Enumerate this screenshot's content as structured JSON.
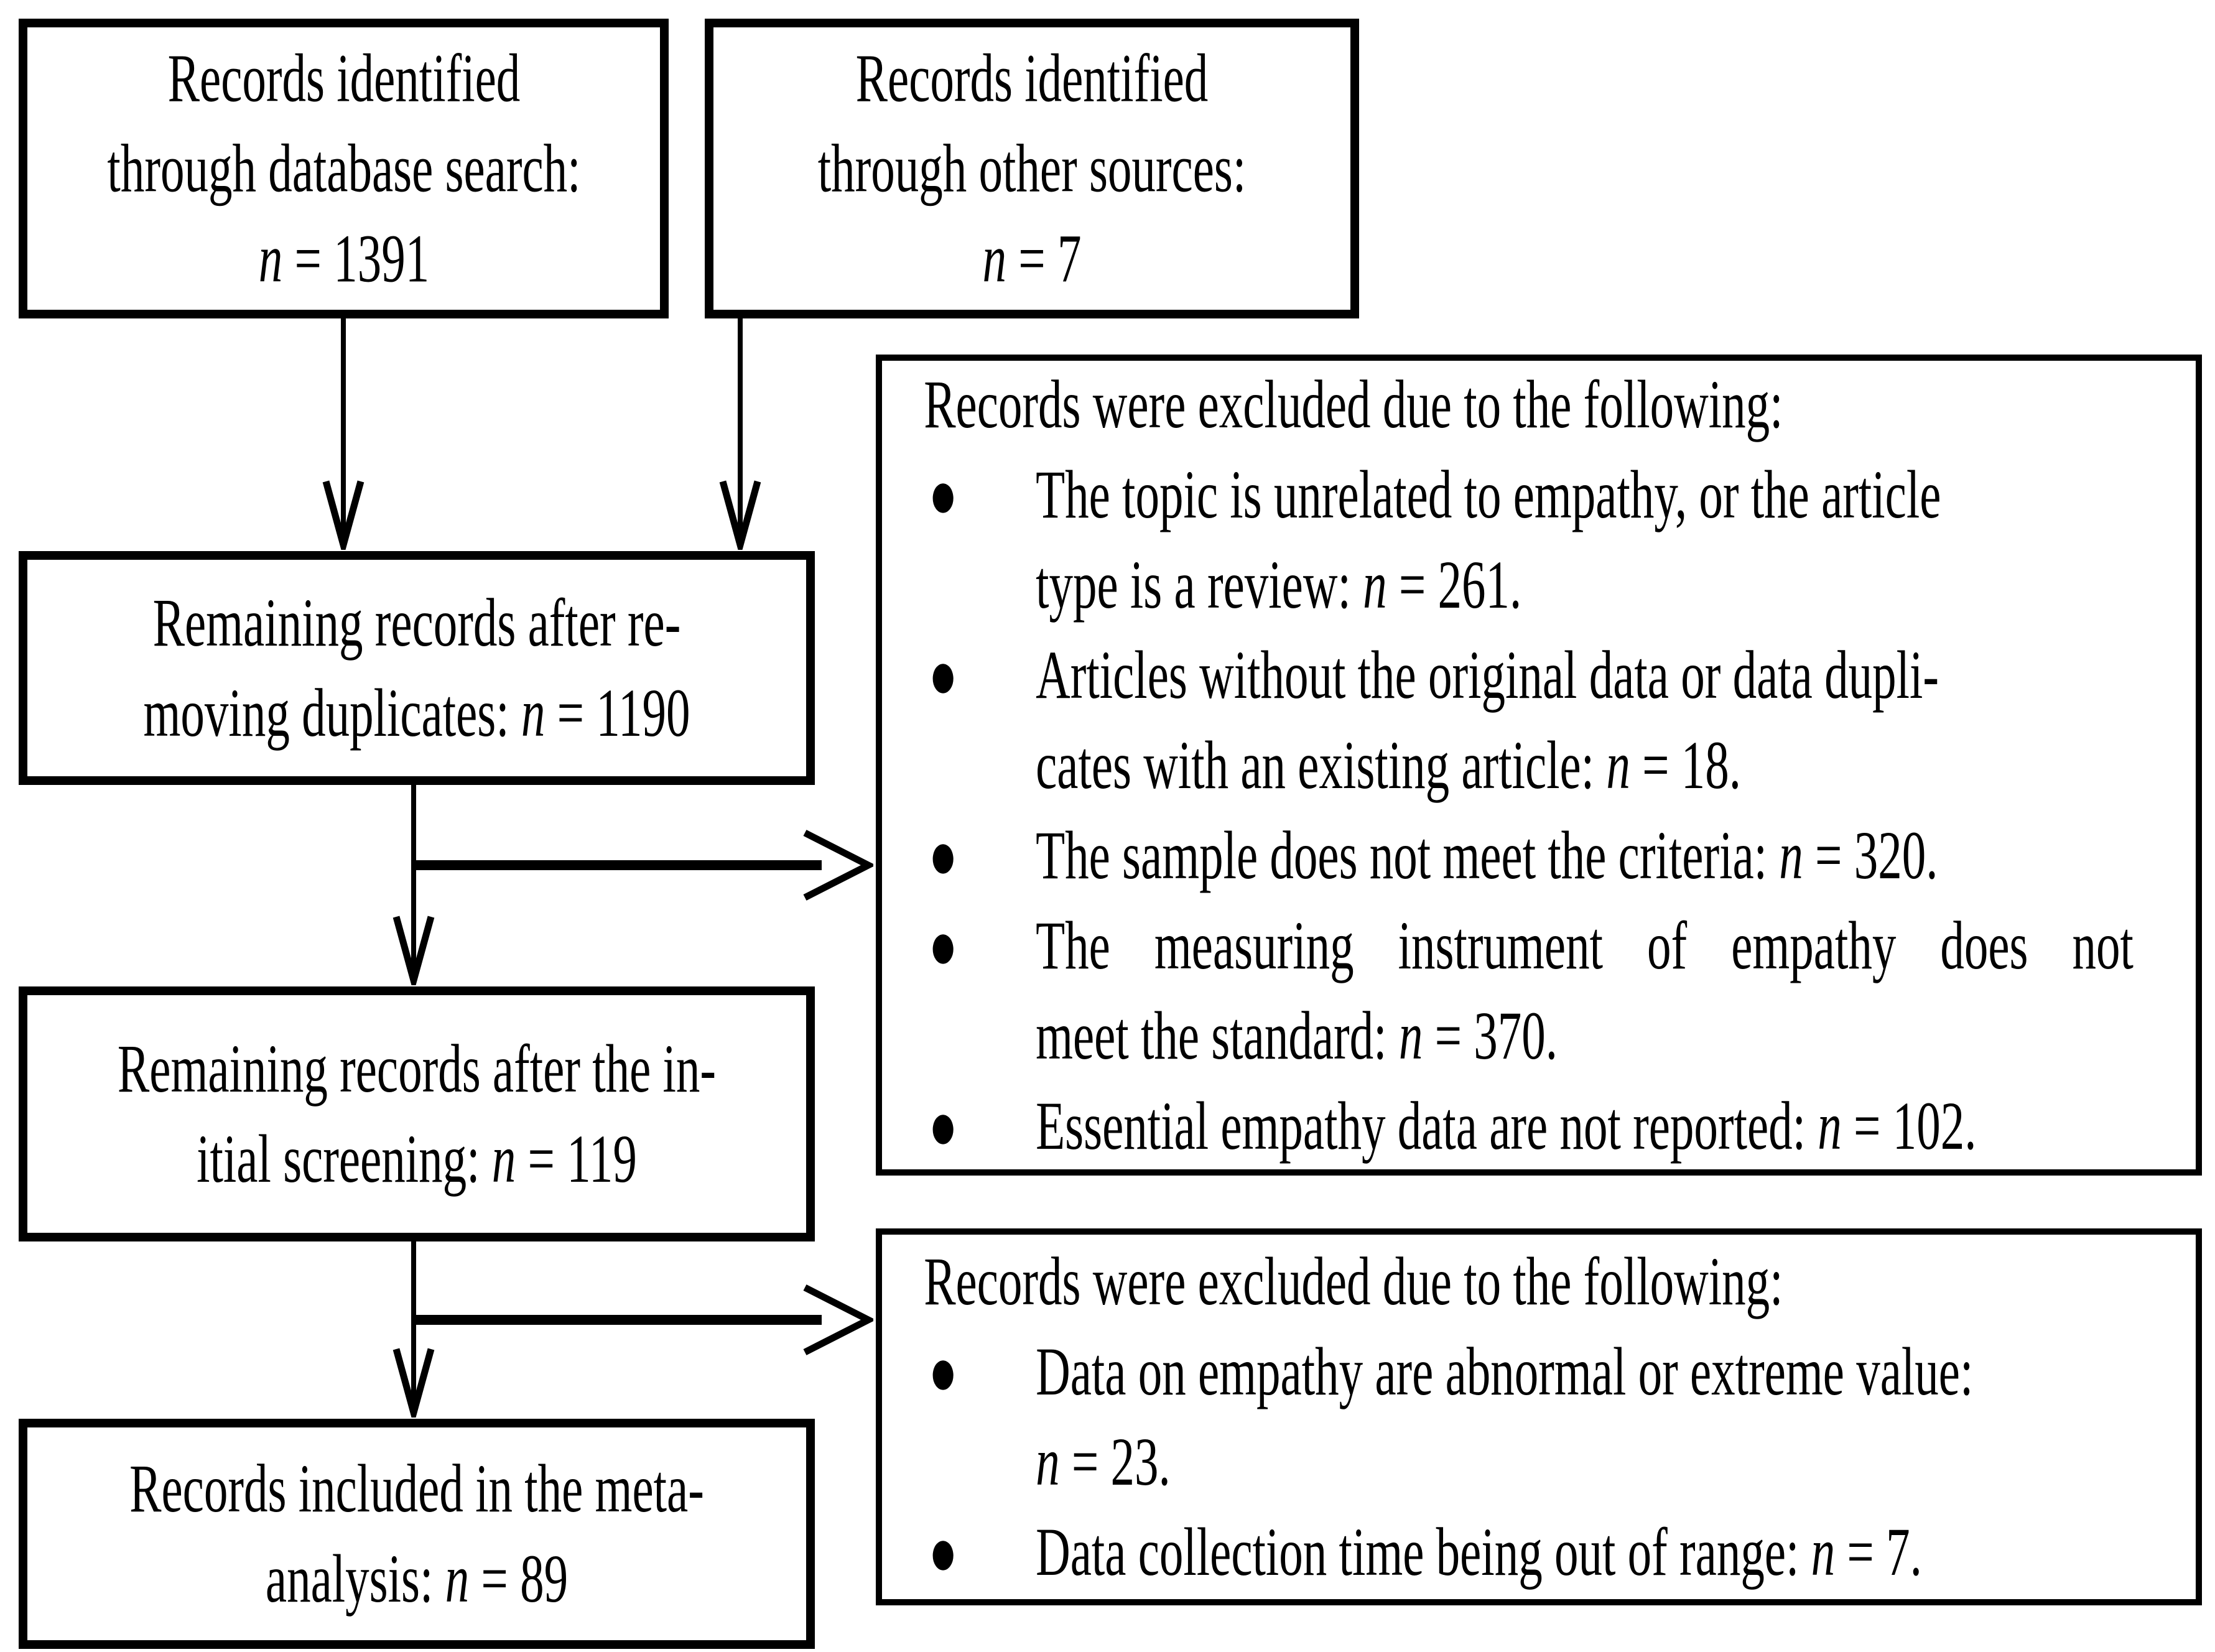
{
  "page": {
    "background": "#ffffff",
    "ink": "#000000"
  },
  "icons": {
    "bullet": "●"
  },
  "flow_boxes": [
    {
      "id": "identified-database",
      "lines": [
        "Records identified",
        "through database search:",
        "n = 1391"
      ]
    },
    {
      "id": "identified-other",
      "lines": [
        "Records identified",
        "through other sources:",
        "n = 7"
      ]
    },
    {
      "id": "after-duplicates",
      "lines": [
        "Remaining records after re-",
        "moving duplicates: n = 1190"
      ]
    },
    {
      "id": "after-screening",
      "lines": [
        "Remaining records after the in-",
        "itial screening: n = 119"
      ]
    },
    {
      "id": "included-meta",
      "lines": [
        "Records included in the meta-",
        "analysis: n = 89"
      ]
    }
  ],
  "exclusion_boxes": [
    {
      "title": "Records were excluded due to the following:",
      "bullets": [
        {
          "lines": [
            "The topic is unrelated to empathy, or the article",
            "type is a review: n = 261."
          ]
        },
        {
          "lines": [
            "Articles without the original data or data dupli-",
            "cates with an existing article: n = 18."
          ]
        },
        {
          "lines": [
            "The sample does not meet the criteria: n = 320."
          ]
        },
        {
          "lines": [
            "The measuring instrument of empathy does not",
            "meet the standard: n = 370."
          ]
        },
        {
          "lines": [
            "Essential empathy data are not reported: n = 102."
          ]
        }
      ]
    },
    {
      "title": "Records were excluded due to the following:",
      "bullets": [
        {
          "lines": [
            "Data on empathy are abnormal or extreme value:",
            "n = 23."
          ]
        },
        {
          "lines": [
            "Data collection time being out of range: n = 7."
          ]
        }
      ]
    }
  ]
}
